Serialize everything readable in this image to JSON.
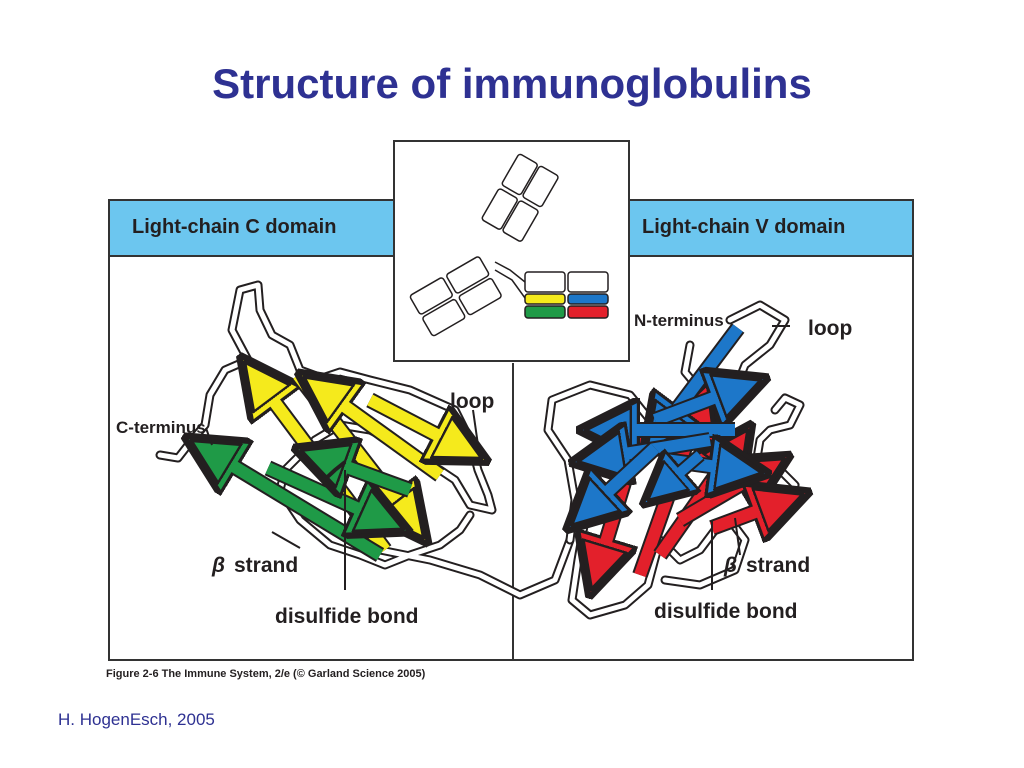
{
  "title": "Structure of immunoglobulins",
  "panels": {
    "left_header": "Light-chain C domain",
    "right_header": "Light-chain V domain"
  },
  "labels": {
    "c_terminus": "C-terminus",
    "loop_left": "loop",
    "beta_left_symbol": "β",
    "beta_left_word": "strand",
    "disulfide_left": "disulfide bond",
    "n_terminus": "N-terminus",
    "loop_right": "loop",
    "beta_right_symbol": "β",
    "beta_right_word": "strand",
    "disulfide_right": "disulfide bond"
  },
  "caption": "Figure 2-6  The Immune System, 2/e (© Garland Science 2005)",
  "author": "H. HogenEsch, 2005",
  "colors": {
    "title": "#2e3192",
    "header_band": "#6cc6ef",
    "strand_yellow": "#f5ea1c",
    "strand_green": "#1f9a47",
    "strand_blue": "#1d77c9",
    "strand_red": "#e3202b"
  }
}
